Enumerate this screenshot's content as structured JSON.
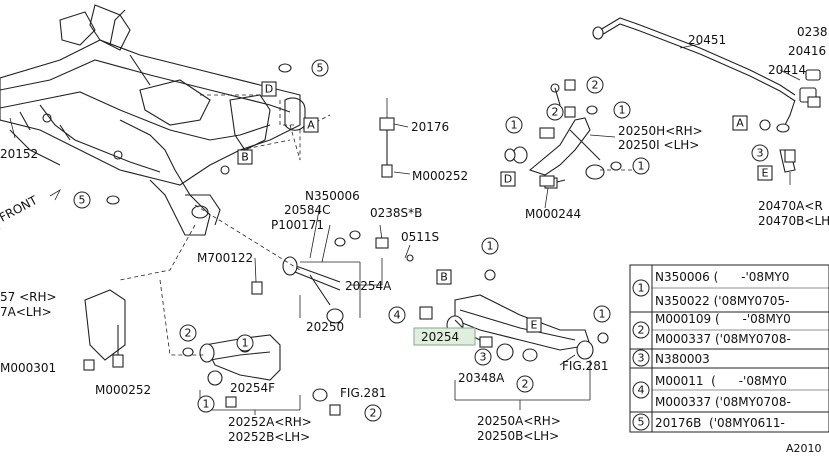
{
  "parts": {
    "p20451": "20451",
    "p0238_top": "0238",
    "p20416": "20416",
    "p20414": "20414",
    "p20176": "20176",
    "p20152": "20152",
    "p20250H": "20250H<RH>",
    "p20250I": "20250I <LH>",
    "m000252_a": "M000252",
    "m000244": "M000244",
    "n350006": "N350006",
    "p20584C": "20584C",
    "p100171": "P100171",
    "p0238S": "0238S*B",
    "p0511S": "0511S",
    "m700122": "M700122",
    "p20254A": "20254A",
    "p20250": "20250",
    "p20254": "20254",
    "p20348A": "20348A",
    "fig281_right": "FIG.281",
    "p20250A": "20250A<RH>",
    "p20250B": "20250B<LH>",
    "p20470A": "20470A<R",
    "p20470B": "20470B<LH",
    "p57_rh": "57 <RH>",
    "p57a_lh": "7A<LH>",
    "m000301": "M000301",
    "m000252_b": "M000252",
    "p20254F": "20254F",
    "fig281_left": "FIG.281",
    "p20252A": "20252A<RH>",
    "p20252B": "20252B<LH>",
    "front": "FRONT",
    "a2010": "A2010"
  },
  "letters": {
    "A": "A",
    "B": "B",
    "D": "D",
    "E": "E"
  },
  "callouts": {
    "c1": "1",
    "c2": "2",
    "c3": "3",
    "c4": "4",
    "c5": "5"
  },
  "table": {
    "rows": [
      {
        "num": "1",
        "lines": [
          "N350006 (      -'08MY0",
          "N350022 ('08MY0705-"
        ]
      },
      {
        "num": "2",
        "lines": [
          "M000109 (      -'08MY0",
          "M000337 ('08MY0708-"
        ]
      },
      {
        "num": "3",
        "lines": [
          "N380003"
        ]
      },
      {
        "num": "4",
        "lines": [
          "M00011  (      -'08MY0",
          "M000337 ('08MY0708-"
        ]
      },
      {
        "num": "5",
        "lines": [
          "20176B  ('08MY0611-"
        ]
      }
    ]
  },
  "colors": {
    "highlight": "#dfeedd",
    "line": "#222222"
  }
}
